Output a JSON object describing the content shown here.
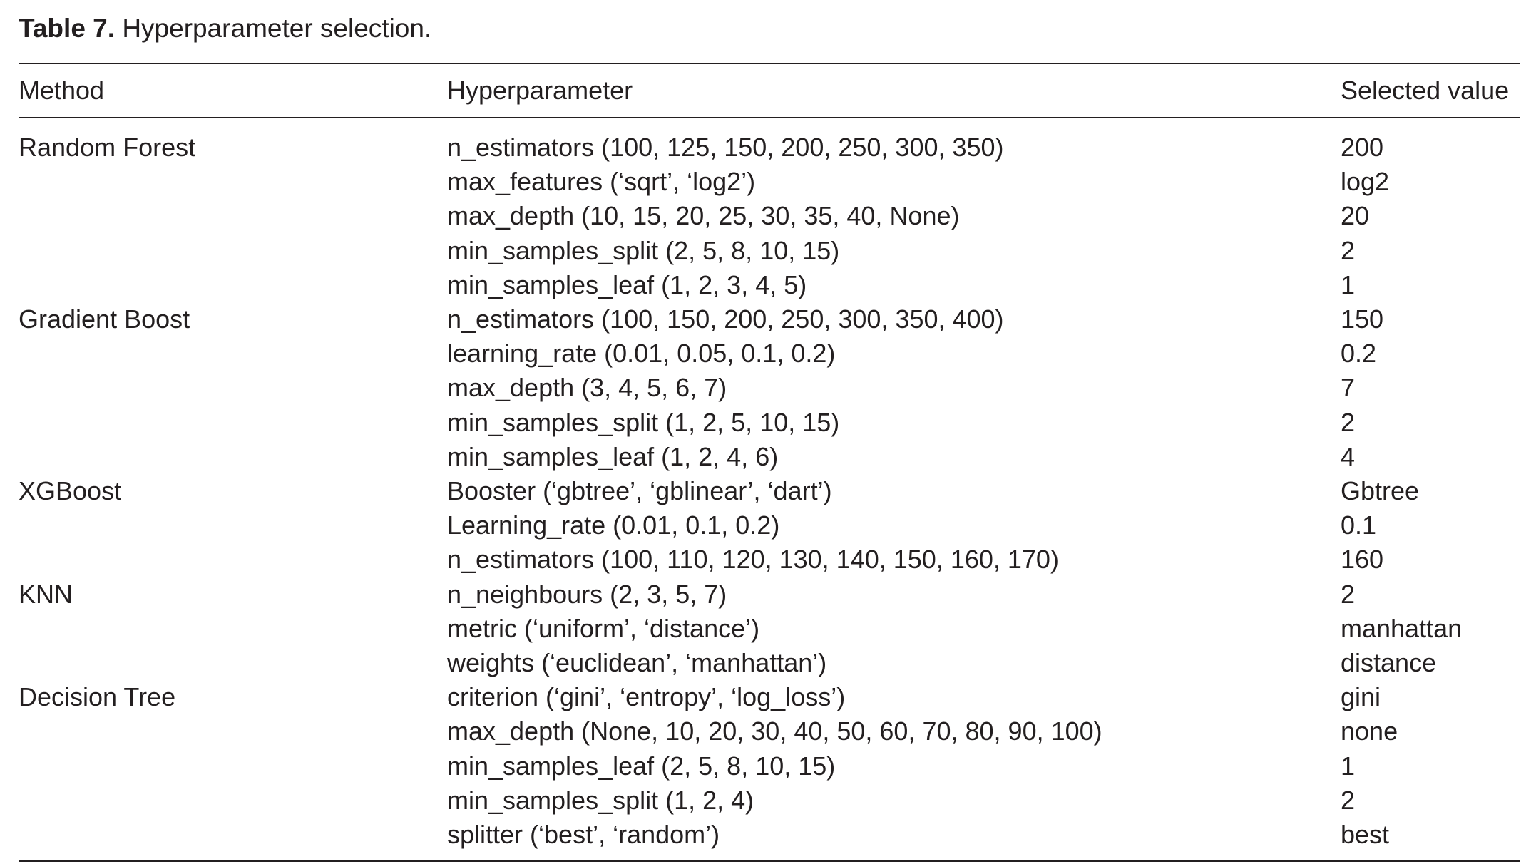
{
  "caption": {
    "label": "Table 7.",
    "text": "Hyperparameter selection."
  },
  "headers": {
    "method": "Method",
    "hyperparameter": "Hyperparameter",
    "selected_value": "Selected value"
  },
  "rows": [
    {
      "method": "Random Forest",
      "param": "n_estimators (100, 125, 150, 200, 250, 300, 350)",
      "value": "200"
    },
    {
      "method": "",
      "param": "max_features (‘sqrt’, ‘log2’)",
      "value": "log2"
    },
    {
      "method": "",
      "param": "max_depth (10, 15, 20, 25, 30, 35, 40, None)",
      "value": "20"
    },
    {
      "method": "",
      "param": "min_samples_split (2, 5, 8, 10, 15)",
      "value": "2"
    },
    {
      "method": "",
      "param": "min_samples_leaf (1, 2, 3, 4, 5)",
      "value": "1"
    },
    {
      "method": "Gradient Boost",
      "param": "n_estimators (100, 150, 200, 250, 300, 350, 400)",
      "value": "150"
    },
    {
      "method": "",
      "param": "learning_rate (0.01, 0.05, 0.1, 0.2)",
      "value": "0.2"
    },
    {
      "method": "",
      "param": "max_depth (3, 4, 5, 6, 7)",
      "value": "7"
    },
    {
      "method": "",
      "param": "min_samples_split (1, 2, 5, 10, 15)",
      "value": "2"
    },
    {
      "method": "",
      "param": "min_samples_leaf (1, 2, 4, 6)",
      "value": "4"
    },
    {
      "method": "XGBoost",
      "param": "Booster (‘gbtree’, ‘gblinear’, ‘dart’)",
      "value": "Gbtree"
    },
    {
      "method": "",
      "param": "Learning_rate (0.01, 0.1, 0.2)",
      "value": "0.1"
    },
    {
      "method": "",
      "param": "n_estimators (100, 110, 120, 130, 140, 150, 160, 170)",
      "value": "160"
    },
    {
      "method": "KNN",
      "param": "n_neighbours (2, 3, 5, 7)",
      "value": "2"
    },
    {
      "method": "",
      "param": "metric (‘uniform’, ‘distance’)",
      "value": "manhattan"
    },
    {
      "method": "",
      "param": "weights (‘euclidean’, ‘manhattan’)",
      "value": "distance"
    },
    {
      "method": "Decision Tree",
      "param": "criterion (‘gini’, ‘entropy’, ‘log_loss’)",
      "value": "gini"
    },
    {
      "method": "",
      "param": "max_depth (None, 10, 20, 30, 40, 50, 60, 70, 80, 90, 100)",
      "value": "none"
    },
    {
      "method": "",
      "param": "min_samples_leaf (2, 5, 8, 10, 15)",
      "value": "1"
    },
    {
      "method": "",
      "param": "min_samples_split (1, 2, 4)",
      "value": "2"
    },
    {
      "method": "",
      "param": "splitter (‘best’, ‘random’)",
      "value": "best"
    }
  ]
}
